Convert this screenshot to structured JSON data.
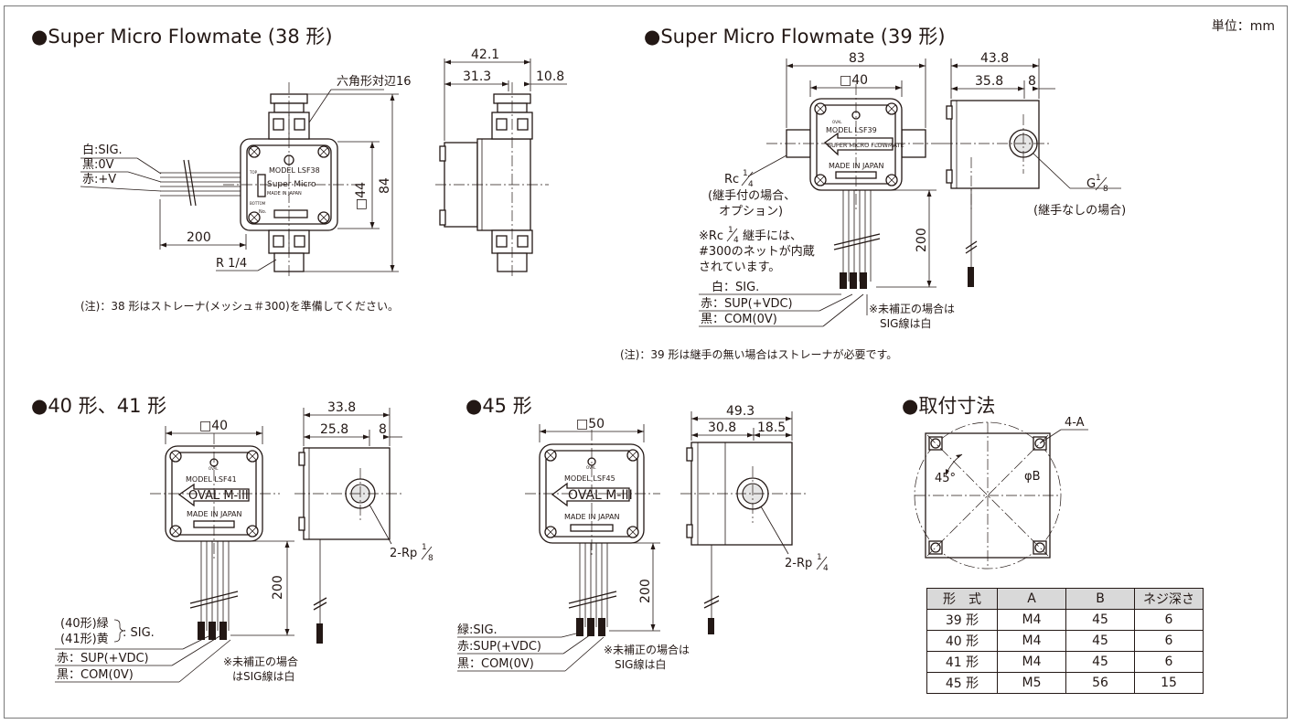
{
  "unit_label": "単位：mm",
  "sections": {
    "s38": {
      "title": "●Super Micro Flowmate (38 形)",
      "note": "(注)：38 形はストレーナ(メッシュ＃300)を準備してください。",
      "hex_label": "六角形対辺16",
      "wire_white": "白:SIG.",
      "wire_black": "黒:0V",
      "wire_red": "赤:+V",
      "dim_200": "200",
      "dim_r14": "R 1/4",
      "dim_44": "□44",
      "dim_84": "84",
      "dim_421": "42.1",
      "dim_313": "31.3",
      "dim_108": "10.8",
      "face_model": "MODEL LSF38",
      "face_brand": "Super Micro",
      "face_made": "MADE IN JAPAN",
      "face_top": "TOP",
      "face_bottom": "BOTTOM",
      "face_no": "No."
    },
    "s39": {
      "title": "●Super Micro Flowmate (39 形)",
      "note": "(注)：39 形は継手の無い場合はストレーナが必要です。",
      "dim_83": "83",
      "dim_40": "□40",
      "dim_438": "43.8",
      "dim_358": "35.8",
      "dim_8": "8",
      "dim_200": "200",
      "rc_main": "Rc",
      "rc_sup": "1",
      "rc_sub": "4",
      "rc_line2": "(継手付の場合、",
      "rc_line3": "オプション)",
      "mesh_line1a": "※Rc",
      "mesh_line1b": "継手には、",
      "mesh_line2": "#300のネットが内蔵",
      "mesh_line3": "されています。",
      "g_main": "G",
      "g_sup": "1",
      "g_sub": "8",
      "g_note": "(継手なしの場合)",
      "wire_white": "白：SIG.",
      "wire_red": "赤：SUP(+VDC)",
      "wire_black": "黒：COM(0V)",
      "uncomp_1": "※未補正の場合は",
      "uncomp_2": "SIG線は白",
      "face_model": "MODEL LSF39",
      "face_brand": "SUPER MICRO FLOWMATE",
      "face_made": "MADE IN JAPAN",
      "face_logo": "OVAL"
    },
    "s40": {
      "title": "●40 形、41 形",
      "dim_40": "□40",
      "dim_338": "33.8",
      "dim_258": "25.8",
      "dim_8": "8",
      "dim_200": "200",
      "rp_main": "2-Rp",
      "rp_sup": "1",
      "rp_sub": "8",
      "wire_green": "(40形)緑",
      "wire_yellow": "(41形)黄",
      "wire_sig": ": SIG.",
      "wire_red": "赤：SUP(+VDC)",
      "wire_black": "黒：COM(0V)",
      "uncomp_1": "※未補正の場合",
      "uncomp_2": "はSIG線は白",
      "face_model": "MODEL LSF41",
      "face_brand": "OVAL M-III",
      "face_made": "MADE IN JAPAN",
      "face_logo": "OVAL"
    },
    "s45": {
      "title": "●45 形",
      "dim_50": "□50",
      "dim_493": "49.3",
      "dim_308": "30.8",
      "dim_185": "18.5",
      "dim_200": "200",
      "rp_main": "2-Rp",
      "rp_sup": "1",
      "rp_sub": "4",
      "wire_green": "緑:SIG.",
      "wire_red": "赤:SUP(+VDC)",
      "wire_black": "黒：COM(0V)",
      "uncomp_1": "※未補正の場合は",
      "uncomp_2": "SIG線は白",
      "face_model": "MODEL LSF45",
      "face_brand": "OVAL M-III",
      "face_made": "MADE IN JAPAN",
      "face_logo": "OVAL"
    },
    "mount": {
      "title": "●取付寸法",
      "label_4a": "4-A",
      "label_45": "45°",
      "label_phib": "φB",
      "table": {
        "headers": [
          "形　式",
          "A",
          "B",
          "ネジ深さ"
        ],
        "rows": [
          [
            "39 形",
            "M4",
            "45",
            "6"
          ],
          [
            "40 形",
            "M4",
            "45",
            "6"
          ],
          [
            "41 形",
            "M4",
            "45",
            "6"
          ],
          [
            "45 形",
            "M5",
            "56",
            "15"
          ]
        ]
      }
    }
  }
}
